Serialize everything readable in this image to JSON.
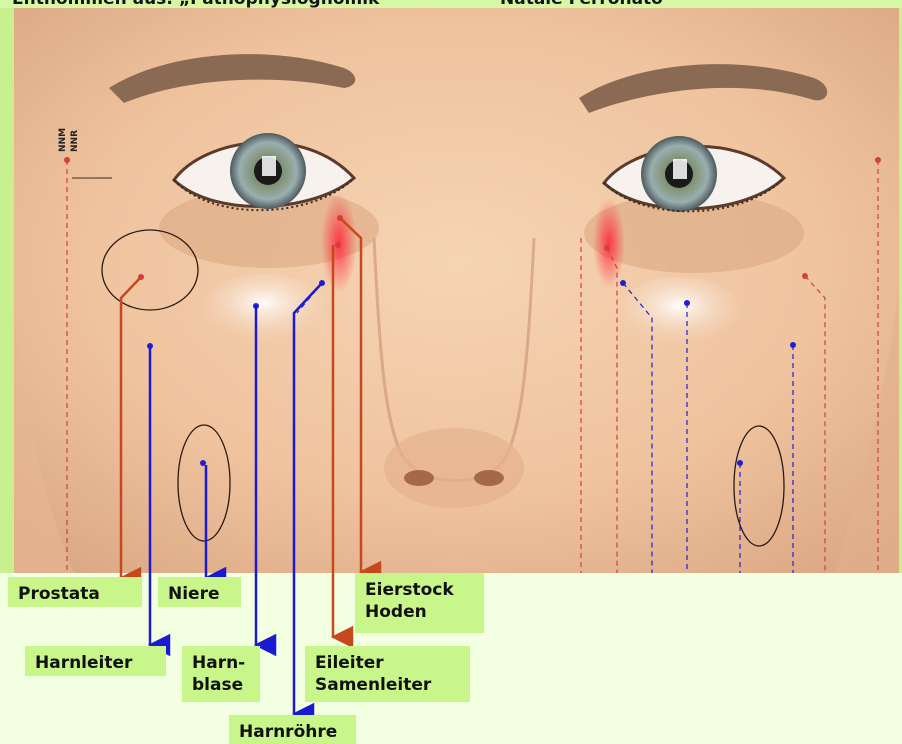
{
  "header": {
    "source_text": "Entnommen aus: „Pathophysiognomik“",
    "author_text": "Natale Ferronato"
  },
  "zone_tags": [
    "NNM",
    "NNR"
  ],
  "labels": {
    "prostata": "Prostata",
    "niere": "Niere",
    "eierstock_hoden": "Eierstock\nHoden",
    "harnleiter": "Harnleiter",
    "harnblase": "Harn-\nblase",
    "eileiter_samenleiter": "Eileiter\nSamenleiter",
    "harnroehre": "Harnröhre"
  },
  "colors": {
    "label_bg": "#c8f68a",
    "page_bg": "#f3ffe1",
    "red_line": "#c8481e",
    "blue_line": "#1a1ad2",
    "skin": "#f1c9a6"
  }
}
